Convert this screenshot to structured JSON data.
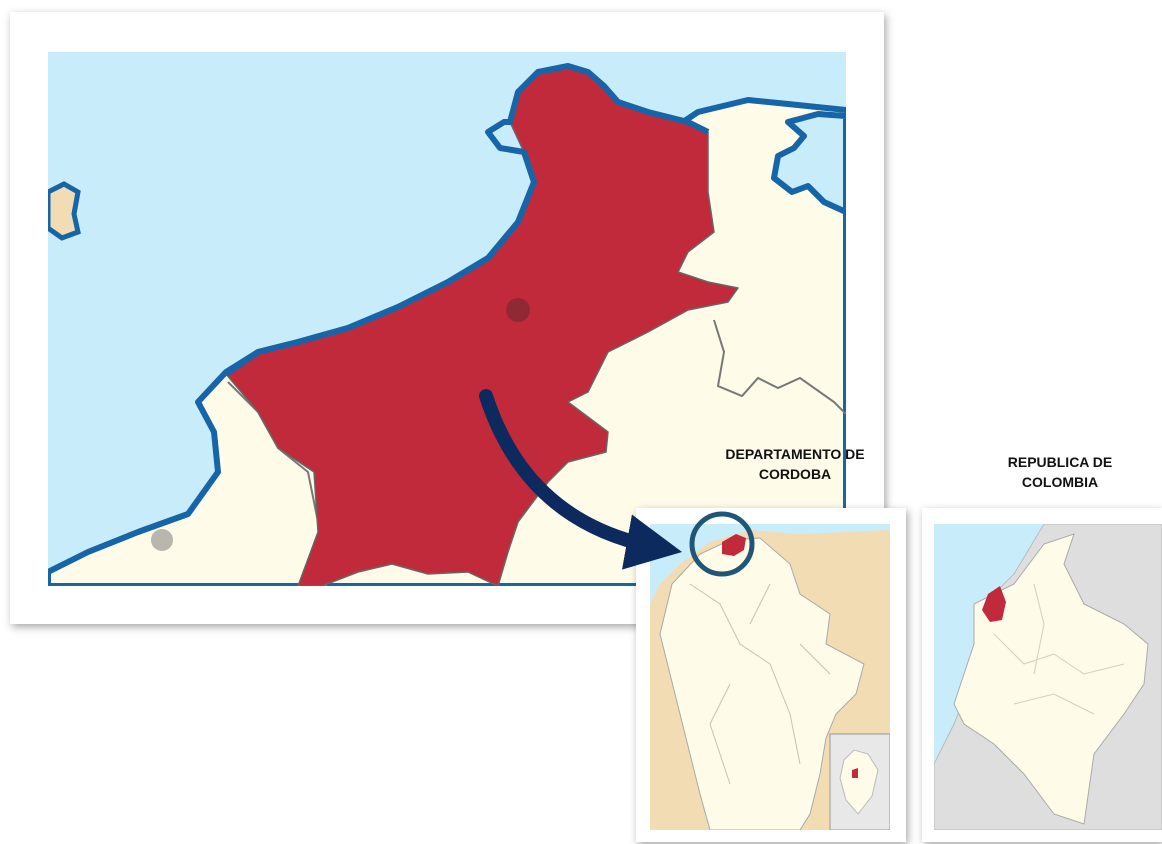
{
  "labels": {
    "department_line1": "DEPARTAMENTO DE",
    "department_line2": "CORDOBA",
    "country_line1": "REPUBLICA DE",
    "country_line2": "COLOMBIA"
  },
  "colors": {
    "sea": "#c9ecfb",
    "coast": "#1565a8",
    "highlight": "#c12a3a",
    "land": "#fefbe8",
    "neighbor": "#f2dcb3",
    "foreign": "#dedede",
    "arrow": "#0d2a5e",
    "border": "#777777"
  },
  "icons": {
    "arrow": "curved-arrow-icon",
    "circle": "locator-circle-icon"
  }
}
